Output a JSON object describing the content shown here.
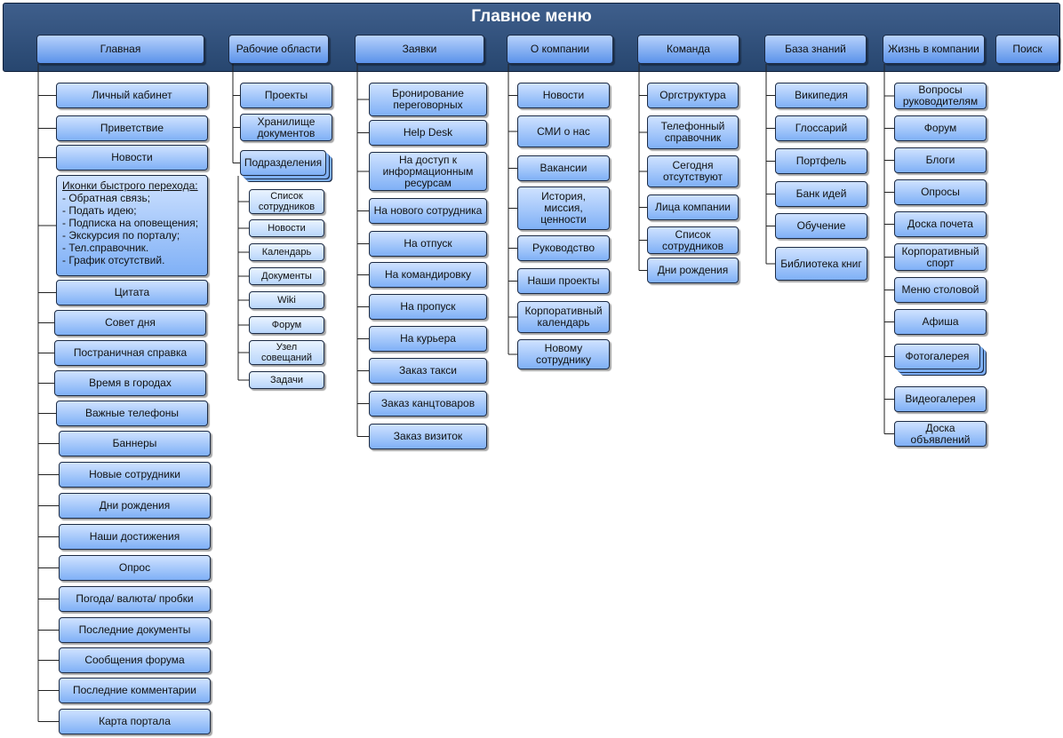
{
  "title": "Главное меню",
  "headers": [
    "Главная",
    "Рабочие области",
    "Заявки",
    "О компании",
    "Команда",
    "База знаний",
    "Жизнь в компании",
    "Поиск"
  ],
  "columns": [
    {
      "children": [
        "Личный кабинет",
        "Приветствие",
        "Новости",
        "__INFO__",
        "Цитата",
        "Совет дня",
        "Постраничная справка",
        "Время в городах",
        "Важные телефоны",
        "Баннеры",
        "Новые сотрудники",
        "Дни рождения",
        "Наши достижения",
        "Опрос",
        "Погода/ валюта/ пробки",
        "Последние документы",
        "Сообщения форума",
        "Последние комментарии",
        "Карта портала"
      ]
    },
    {
      "children": [
        "Проекты",
        "Хранилище документов",
        "Подразделения"
      ],
      "sub": [
        "Список сотрудников",
        "Новости",
        "Календарь",
        "Документы",
        "Wiki",
        "Форум",
        "Узел совещаний",
        "Задачи"
      ]
    },
    {
      "children": [
        "Бронирование переговорных",
        "Help Desk",
        "На доступ к информационным ресурсам",
        "На нового сотрудника",
        "На отпуск",
        "На командировку",
        "На пропуск",
        "На курьера",
        "Заказ такси",
        "Заказ канцтоваров",
        "Заказ визиток"
      ]
    },
    {
      "children": [
        "Новости",
        "СМИ о нас",
        "Вакансии",
        "История, миссия, ценности",
        "Руководство",
        "Наши проекты",
        "Корпоративный календарь",
        "Новому сотруднику"
      ]
    },
    {
      "children": [
        "Оргструктура",
        "Телефонный справочник",
        "Сегодня отсутствуют",
        "Лица компании",
        "Список сотрудников",
        "Дни рождения"
      ]
    },
    {
      "children": [
        "Википедия",
        "Глоссарий",
        "Портфель",
        "Банк идей",
        "Обучение",
        "Библиотека книг"
      ]
    },
    {
      "children": [
        "Вопросы руководителям",
        "Форум",
        "Блоги",
        "Опросы",
        "Доска почета",
        "Корпоративный спорт",
        "Меню столовой",
        "Афиша",
        "Фотогалерея",
        "Видеогалерея",
        "Доска объявлений"
      ]
    }
  ],
  "quick_links": {
    "title": "Иконки быстрого перехода:",
    "items": [
      "- Обратная связь;",
      "- Подать идею;",
      "- Подписка на оповещения;",
      "- Экскурсия по порталу;",
      "- Тел.справочник.",
      "- График отсутствий."
    ]
  }
}
